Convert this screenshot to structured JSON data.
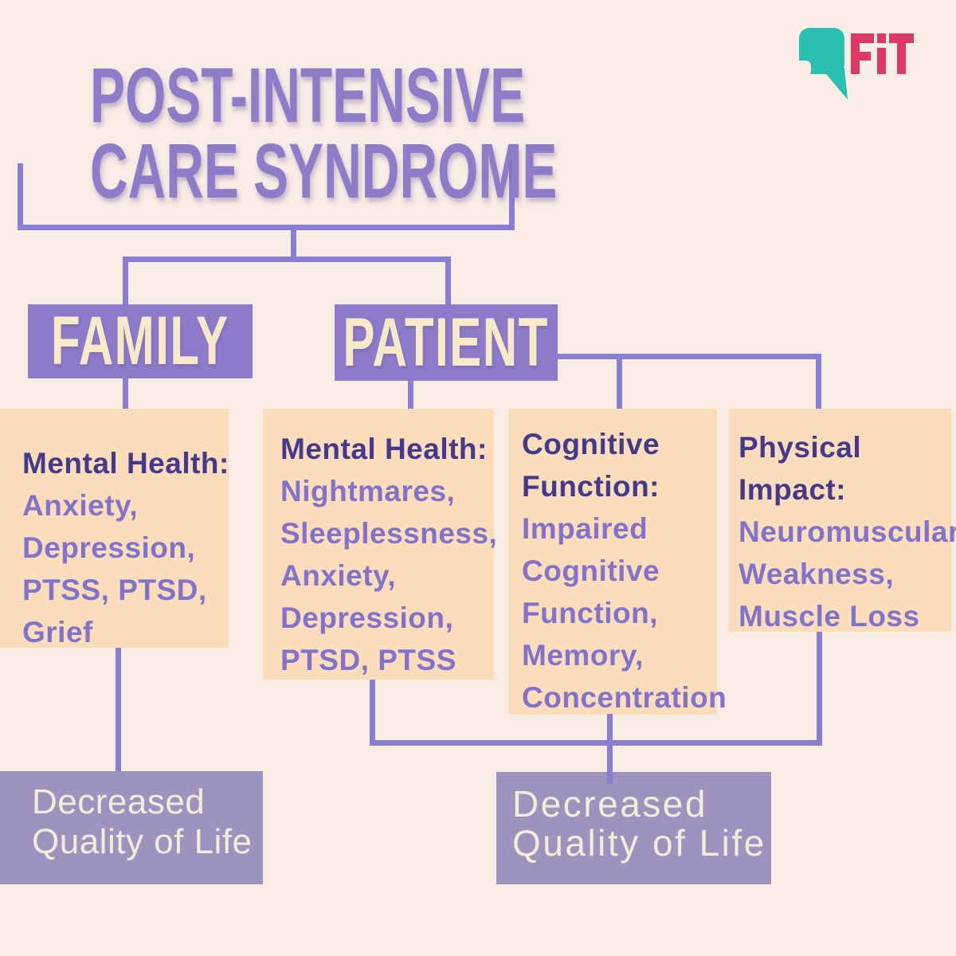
{
  "title": {
    "line1": "POST-INTENSIVE",
    "line2": "CARE SYNDROME"
  },
  "logo": {
    "brand": "FIT",
    "bubble_icon": "speech-bubble-q",
    "bubble_color": "#2abfb2",
    "text_color": "#dc3a64"
  },
  "nodes": {
    "family": {
      "label": "FAMILY"
    },
    "patient": {
      "label": "PATIENT"
    }
  },
  "cards": {
    "family_mental": {
      "heading": [
        "Mental Health:"
      ],
      "items": [
        "Anxiety,",
        "Depression,",
        "PTSS, PTSD,",
        "Grief"
      ]
    },
    "patient_mental": {
      "heading": [
        "Mental Health:"
      ],
      "items": [
        "Nightmares,",
        "Sleeplessness,",
        "Anxiety,",
        "Depression,",
        "PTSD, PTSS"
      ]
    },
    "cognitive": {
      "heading": [
        "Cognitive",
        "Function:"
      ],
      "items": [
        "Impaired",
        "Cognitive",
        "Function,",
        "Memory,",
        "Concentration"
      ]
    },
    "physical": {
      "heading": [
        "Physical",
        "Impact:"
      ],
      "items": [
        "Neuromuscular",
        "Weakness,",
        "Muscle Loss"
      ]
    }
  },
  "outcomes": {
    "family": {
      "lines": [
        "Decreased",
        "Quality of Life"
      ]
    },
    "patient": {
      "lines": [
        "Decreased",
        "Quality of Life"
      ]
    }
  },
  "palette": {
    "background": "#f8ece5",
    "title_purple": "#8f7cc9",
    "node_purple": "#8d7bca",
    "node_text_cream": "#f8e9c8",
    "connector_purple": "#8a7ed2",
    "card_peach": "#fbdcbb",
    "card_heading": "#443a8c",
    "card_body": "#8173cb",
    "outcome_gray_purple": "#9c94be",
    "outcome_text_cream": "#f3ecd8"
  }
}
